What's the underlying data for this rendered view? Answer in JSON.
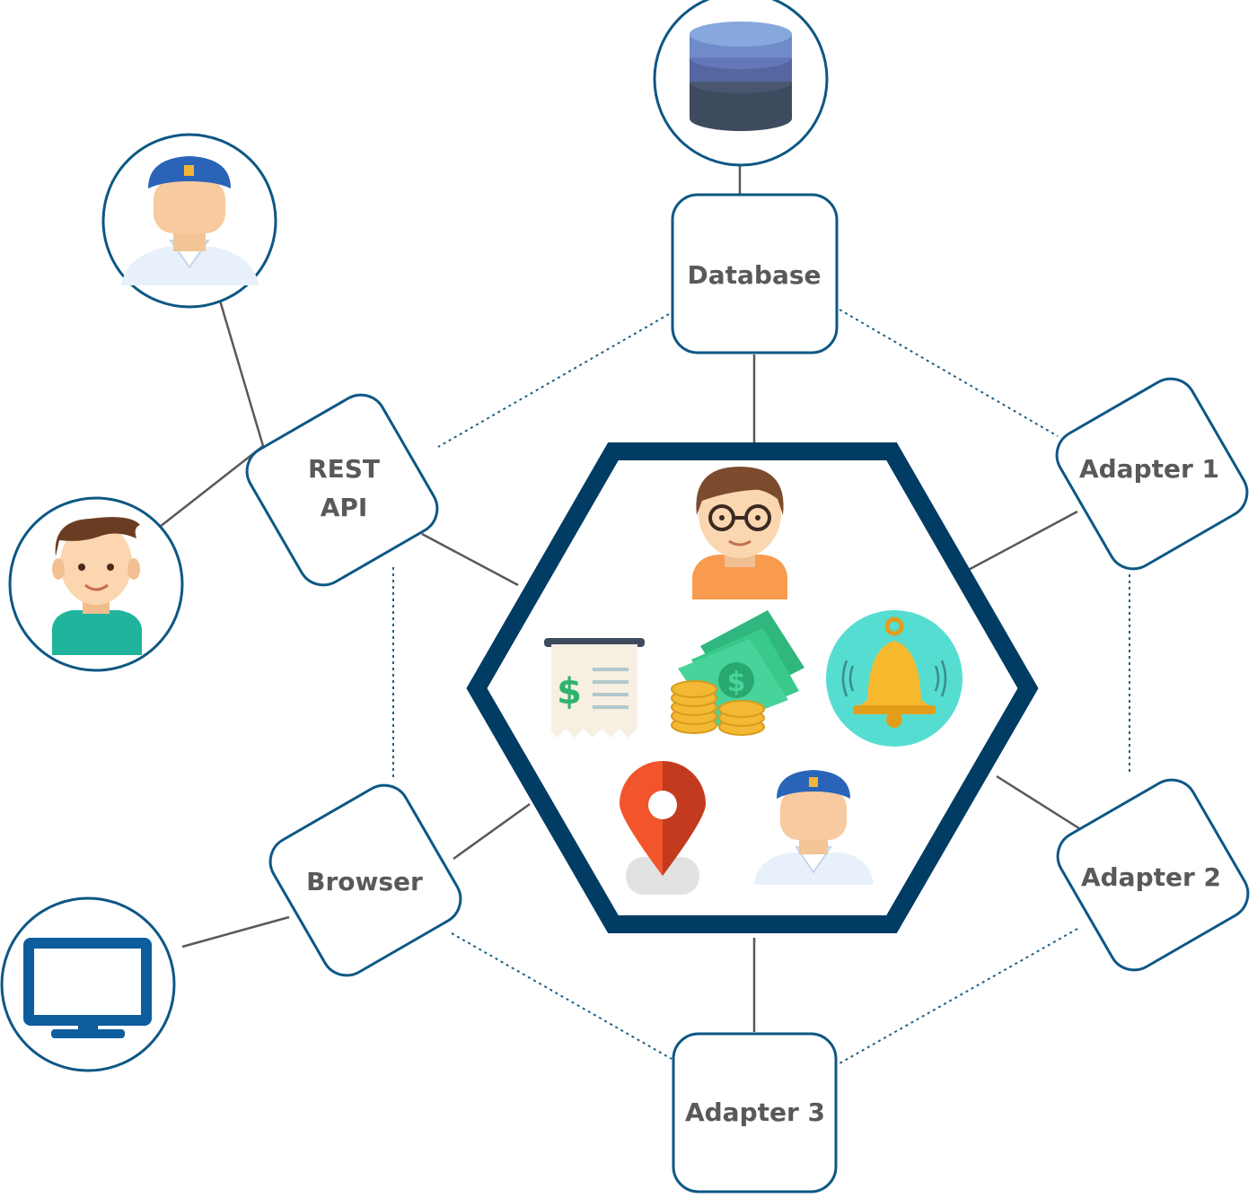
{
  "nodes": {
    "database": {
      "label": "Database"
    },
    "rest_api": {
      "line1": "REST",
      "line2": "API"
    },
    "adapter1": {
      "label": "Adapter 1"
    },
    "adapter2": {
      "label": "Adapter 2"
    },
    "adapter3": {
      "label": "Adapter 3"
    },
    "browser": {
      "label": "Browser"
    }
  },
  "colors": {
    "frame": "#0d5785",
    "hexagon": "#003c64",
    "connector": "#595959",
    "dotted": "#1f5f86",
    "text": "#595959"
  },
  "icons": {
    "database": "database-icon",
    "officer_user": "officer-avatar-icon",
    "boy_user": "boy-avatar-icon",
    "monitor": "monitor-icon",
    "developer": "developer-avatar-icon",
    "receipt": "receipt-icon",
    "money": "money-icon",
    "bell": "bell-icon",
    "location": "location-pin-icon",
    "officer_core": "officer-avatar-icon"
  }
}
